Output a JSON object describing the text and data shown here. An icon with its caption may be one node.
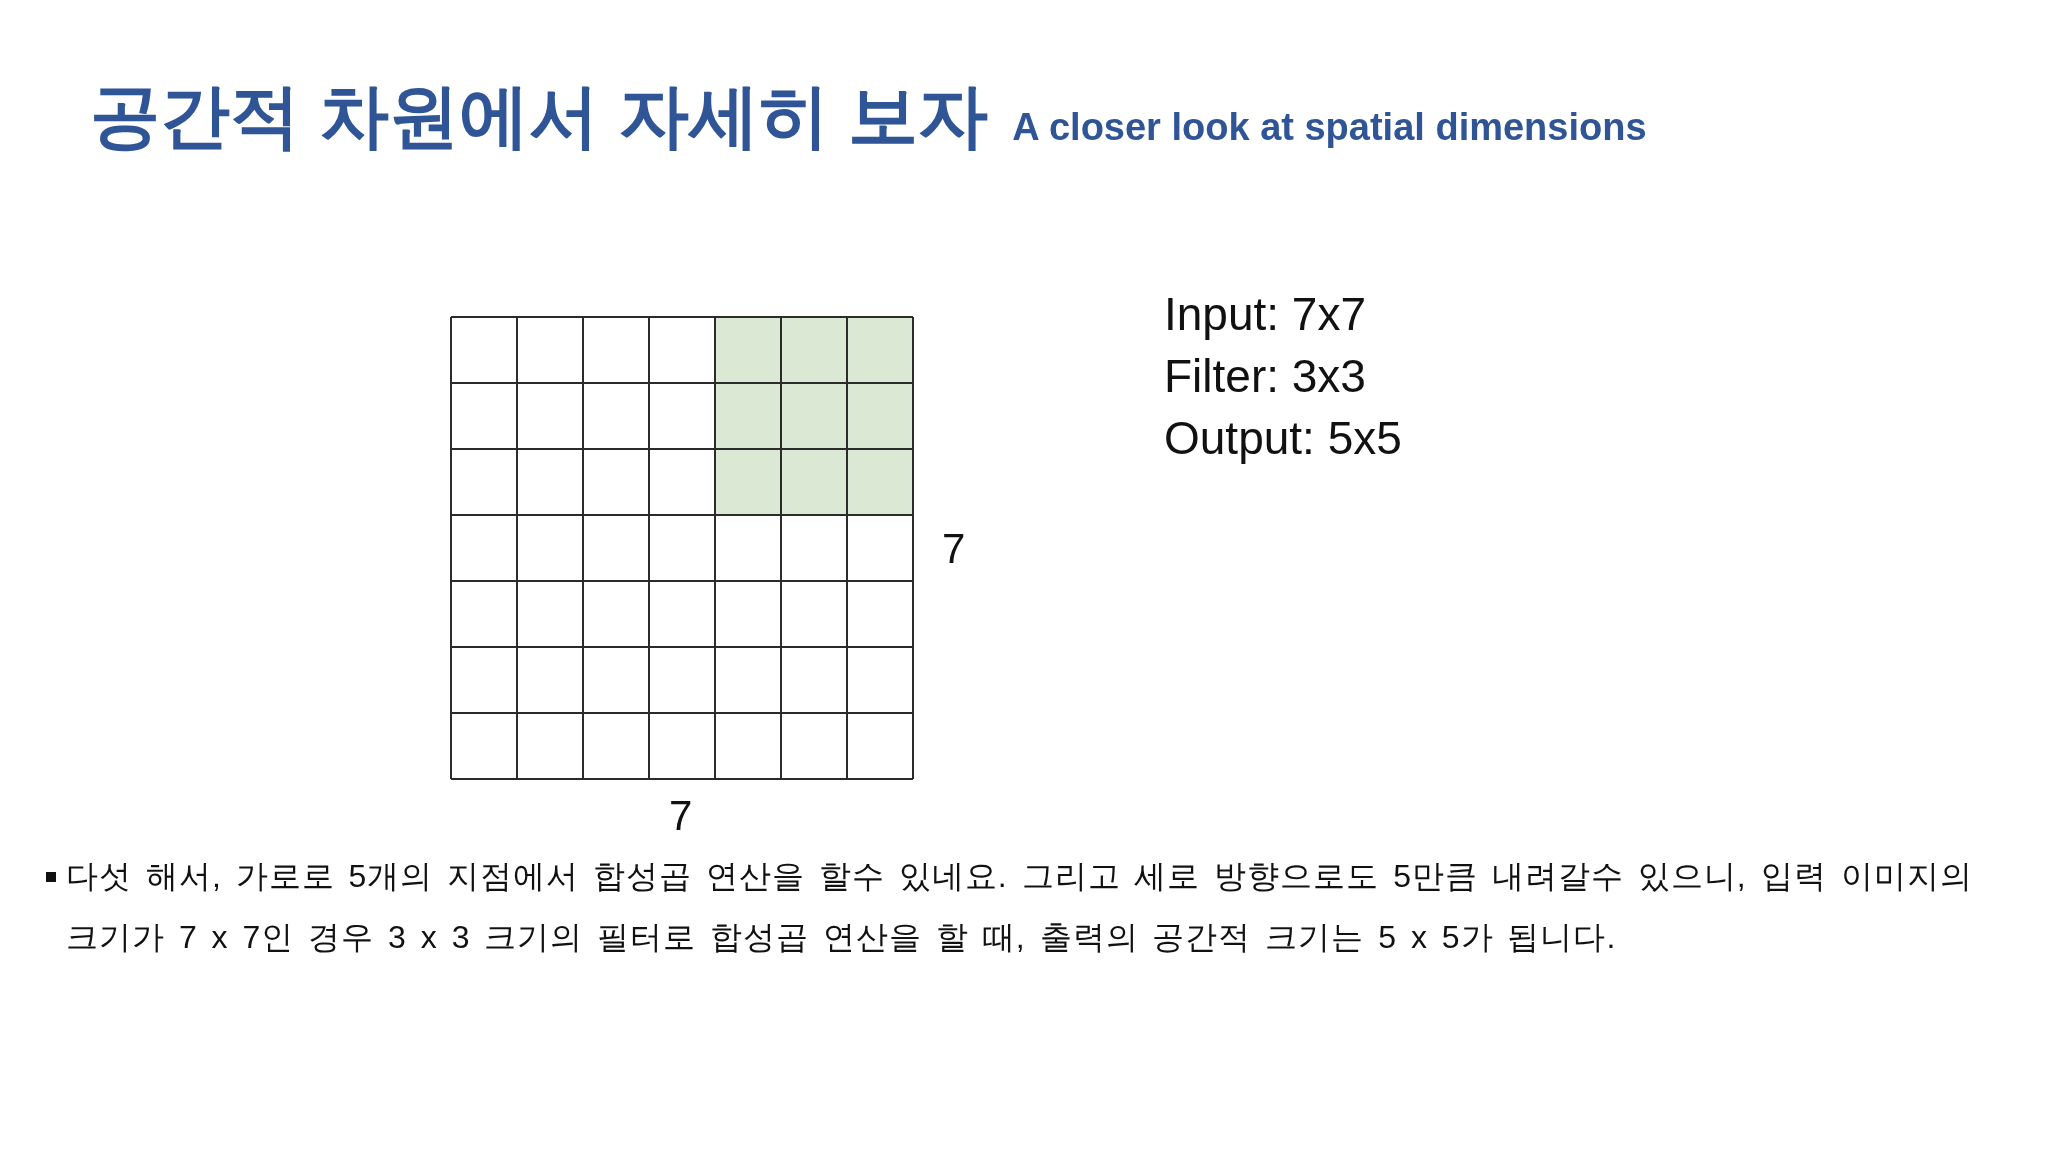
{
  "diagram": {
    "title": "공간적 차원에서 자세히 보자",
    "labels": [
      "A closer look at spatial dimensions",
      "Input: 7x7",
      "Filter: 3x3",
      "Output: 5x5",
      "7",
      "7",
      "다섯 해서, 가로로 5개의 지점에서 합성곱 연산을 할수 있네요. 그리고 세로 방향으로도 5만큼 내려갈수 있으니, 입력 이미지의 크기가 7 x 7인 경우 3 x 3 크기의 필터로 합성곱 연산을 할 때, 출력의 공간적 크기는 5 x 5가 됩니다."
    ]
  }
}
